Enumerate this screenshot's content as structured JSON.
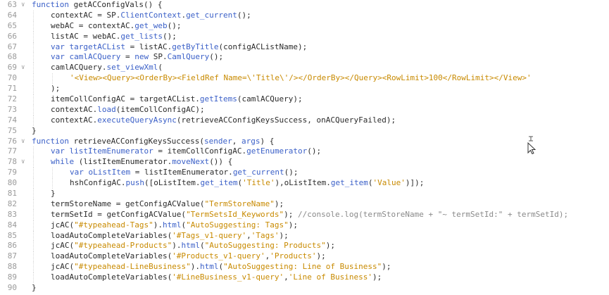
{
  "colors": {
    "keyword": "#3b60c8",
    "function": "#3b60c8",
    "string": "#c88a00",
    "comment": "#8a8a8a",
    "plain": "#2b2b2b",
    "gutter": "#9a9a9a"
  },
  "lines": [
    {
      "n": "63",
      "fold": "v",
      "indent": 0,
      "tokens": [
        [
          "kw",
          "function "
        ],
        [
          "p",
          "getACConfigVals() {"
        ]
      ]
    },
    {
      "n": "64",
      "fold": "",
      "indent": 1,
      "tokens": [
        [
          "p",
          "contextAC = SP."
        ],
        [
          "fn",
          "ClientContext"
        ],
        [
          "p",
          "."
        ],
        [
          "fn",
          "get_current"
        ],
        [
          "p",
          "();"
        ]
      ]
    },
    {
      "n": "65",
      "fold": "",
      "indent": 1,
      "tokens": [
        [
          "p",
          "webAC = contextAC."
        ],
        [
          "fn",
          "get_web"
        ],
        [
          "p",
          "();"
        ]
      ]
    },
    {
      "n": "66",
      "fold": "",
      "indent": 1,
      "tokens": [
        [
          "p",
          "listAC = webAC."
        ],
        [
          "fn",
          "get_lists"
        ],
        [
          "p",
          "();"
        ]
      ]
    },
    {
      "n": "67",
      "fold": "",
      "indent": 1,
      "tokens": [
        [
          "kw",
          "var "
        ],
        [
          "fn",
          "targetACList"
        ],
        [
          "p",
          " = listAC."
        ],
        [
          "fn",
          "getByTitle"
        ],
        [
          "p",
          "(configACListName);"
        ]
      ]
    },
    {
      "n": "68",
      "fold": "",
      "indent": 1,
      "tokens": [
        [
          "kw",
          "var "
        ],
        [
          "fn",
          "camlACQuery"
        ],
        [
          "p",
          " = "
        ],
        [
          "kw",
          "new "
        ],
        [
          "p",
          "SP."
        ],
        [
          "fn",
          "CamlQuery"
        ],
        [
          "p",
          "();"
        ]
      ]
    },
    {
      "n": "69",
      "fold": "v",
      "indent": 1,
      "tokens": [
        [
          "p",
          "camlACQuery."
        ],
        [
          "fn",
          "set_viewXml"
        ],
        [
          "p",
          "("
        ]
      ]
    },
    {
      "n": "70",
      "fold": "",
      "indent": 2,
      "tokens": [
        [
          "str",
          "'<View><Query><OrderBy><FieldRef Name=\\'Title\\'/></OrderBy></Query><RowLimit>100</RowLimit></View>'"
        ]
      ]
    },
    {
      "n": "71",
      "fold": "",
      "indent": 1,
      "tokens": [
        [
          "p",
          ");"
        ]
      ]
    },
    {
      "n": "72",
      "fold": "",
      "indent": 1,
      "tokens": [
        [
          "p",
          "itemCollConfigAC = targetACList."
        ],
        [
          "fn",
          "getItems"
        ],
        [
          "p",
          "(camlACQuery);"
        ]
      ]
    },
    {
      "n": "73",
      "fold": "",
      "indent": 1,
      "tokens": [
        [
          "p",
          "contextAC."
        ],
        [
          "fn",
          "load"
        ],
        [
          "p",
          "(itemCollConfigAC);"
        ]
      ]
    },
    {
      "n": "74",
      "fold": "",
      "indent": 1,
      "tokens": [
        [
          "p",
          "contextAC."
        ],
        [
          "fn",
          "executeQueryAsync"
        ],
        [
          "p",
          "(retrieveACConfigKeysSuccess, onACQueryFailed);"
        ]
      ]
    },
    {
      "n": "75",
      "fold": "",
      "indent": 0,
      "tokens": [
        [
          "p",
          "}"
        ]
      ]
    },
    {
      "n": "76",
      "fold": "v",
      "indent": 0,
      "tokens": [
        [
          "kw",
          "function "
        ],
        [
          "p",
          "retrieveACConfigKeysSuccess("
        ],
        [
          "fn",
          "sender"
        ],
        [
          "p",
          ", "
        ],
        [
          "fn",
          "args"
        ],
        [
          "p",
          ") {"
        ]
      ]
    },
    {
      "n": "77",
      "fold": "",
      "indent": 1,
      "tokens": [
        [
          "kw",
          "var "
        ],
        [
          "fn",
          "listItemEnumerator"
        ],
        [
          "p",
          " = itemCollConfigAC."
        ],
        [
          "fn",
          "getEnumerator"
        ],
        [
          "p",
          "();"
        ]
      ]
    },
    {
      "n": "78",
      "fold": "v",
      "indent": 1,
      "tokens": [
        [
          "kw",
          "while "
        ],
        [
          "p",
          "(listItemEnumerator."
        ],
        [
          "fn",
          "moveNext"
        ],
        [
          "p",
          "()) {"
        ]
      ]
    },
    {
      "n": "79",
      "fold": "",
      "indent": 2,
      "tokens": [
        [
          "kw",
          "var "
        ],
        [
          "fn",
          "oListItem"
        ],
        [
          "p",
          " = listItemEnumerator."
        ],
        [
          "fn",
          "get_current"
        ],
        [
          "p",
          "();"
        ]
      ]
    },
    {
      "n": "80",
      "fold": "",
      "indent": 2,
      "tokens": [
        [
          "p",
          "hshConfigAC."
        ],
        [
          "fn",
          "push"
        ],
        [
          "p",
          "([oListItem."
        ],
        [
          "fn",
          "get_item"
        ],
        [
          "p",
          "("
        ],
        [
          "str",
          "'Title'"
        ],
        [
          "p",
          "),oListItem."
        ],
        [
          "fn",
          "get_item"
        ],
        [
          "p",
          "("
        ],
        [
          "str",
          "'Value'"
        ],
        [
          "p",
          ")]);"
        ]
      ]
    },
    {
      "n": "81",
      "fold": "",
      "indent": 1,
      "tokens": [
        [
          "p",
          "}"
        ]
      ]
    },
    {
      "n": "82",
      "fold": "",
      "indent": 1,
      "tokens": [
        [
          "p",
          "termStoreName = getConfigACValue("
        ],
        [
          "str",
          "\"TermStoreName\""
        ],
        [
          "p",
          ");"
        ]
      ]
    },
    {
      "n": "83",
      "fold": "",
      "indent": 1,
      "tokens": [
        [
          "p",
          "termSetId = getConfigACValue("
        ],
        [
          "str",
          "\"TermSetsId_Keywords\""
        ],
        [
          "p",
          "); "
        ],
        [
          "cm",
          "//console.log(termStoreName + \"~ termSetId:\" + termSetId);"
        ]
      ]
    },
    {
      "n": "84",
      "fold": "",
      "indent": 1,
      "tokens": [
        [
          "p",
          "jcAC("
        ],
        [
          "str",
          "\"#typeahead-Tags\""
        ],
        [
          "p",
          ")."
        ],
        [
          "fn",
          "html"
        ],
        [
          "p",
          "("
        ],
        [
          "str",
          "\"AutoSuggesting: Tags\""
        ],
        [
          "p",
          ");"
        ]
      ]
    },
    {
      "n": "85",
      "fold": "",
      "indent": 1,
      "tokens": [
        [
          "p",
          "loadAutoCompleteVariables("
        ],
        [
          "str",
          "'#Tags_v1-query'"
        ],
        [
          "p",
          ","
        ],
        [
          "str",
          "'Tags'"
        ],
        [
          "p",
          ");"
        ]
      ]
    },
    {
      "n": "86",
      "fold": "",
      "indent": 1,
      "tokens": [
        [
          "p",
          "jcAC("
        ],
        [
          "str",
          "\"#typeahead-Products\""
        ],
        [
          "p",
          ")."
        ],
        [
          "fn",
          "html"
        ],
        [
          "p",
          "("
        ],
        [
          "str",
          "\"AutoSuggesting: Products\""
        ],
        [
          "p",
          ");"
        ]
      ]
    },
    {
      "n": "87",
      "fold": "",
      "indent": 1,
      "tokens": [
        [
          "p",
          "loadAutoCompleteVariables("
        ],
        [
          "str",
          "'#Products_v1-query'"
        ],
        [
          "p",
          ","
        ],
        [
          "str",
          "'Products'"
        ],
        [
          "p",
          ");"
        ]
      ]
    },
    {
      "n": "88",
      "fold": "",
      "indent": 1,
      "tokens": [
        [
          "p",
          "jcAC("
        ],
        [
          "str",
          "\"#typeahead-LineBusiness\""
        ],
        [
          "p",
          ")."
        ],
        [
          "fn",
          "html"
        ],
        [
          "p",
          "("
        ],
        [
          "str",
          "\"AutoSuggesting: Line of Business\""
        ],
        [
          "p",
          ");"
        ]
      ]
    },
    {
      "n": "89",
      "fold": "",
      "indent": 1,
      "tokens": [
        [
          "p",
          "loadAutoCompleteVariables("
        ],
        [
          "str",
          "'#LineBusiness_v1-query'"
        ],
        [
          "p",
          ","
        ],
        [
          "str",
          "'Line of Business'"
        ],
        [
          "p",
          ");"
        ]
      ]
    },
    {
      "n": "90",
      "fold": "",
      "indent": 0,
      "tokens": [
        [
          "p",
          "}"
        ]
      ]
    }
  ]
}
